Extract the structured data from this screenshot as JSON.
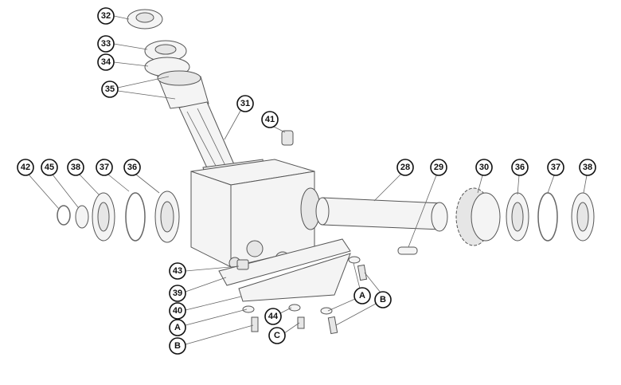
{
  "diagram": {
    "type": "exploded-parts-view",
    "callouts": {
      "c32": "32",
      "c33": "33",
      "c34": "34",
      "c35": "35",
      "c31": "31",
      "c41": "41",
      "c42": "42",
      "c45": "45",
      "c38l": "38",
      "c37l": "37",
      "c36l": "36",
      "c28": "28",
      "c29": "29",
      "c30": "30",
      "c36r": "36",
      "c37r": "37",
      "c38r": "38",
      "c43": "43",
      "c39": "39",
      "c40": "40",
      "cA1": "A",
      "cB1": "B",
      "c44": "44",
      "cC": "C",
      "cA2": "A",
      "cB2": "B"
    }
  }
}
